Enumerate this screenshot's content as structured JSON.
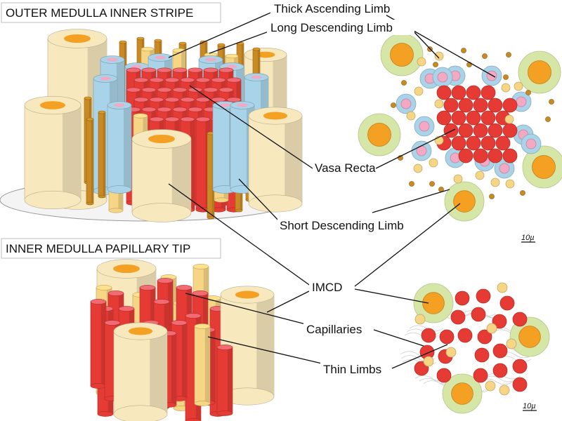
{
  "sections": {
    "outer_title": "OUTER MEDULLA INNER STRIPE",
    "inner_title": "INNER MEDULLA PAPILLARY TIP"
  },
  "labels": {
    "thick_ascending": "Thick Ascending Limb",
    "long_descending": "Long Descending Limb",
    "vasa_recta": "Vasa Recta",
    "short_descending": "Short Descending Limb",
    "imcd": "IMCD",
    "capillaries": "Capillaries",
    "thin_limbs": "Thin Limbs"
  },
  "scale_bars": {
    "outer": "10µ",
    "inner": "10µ"
  },
  "colors": {
    "imcd_wall": "#f7e8bd",
    "imcd_lumen": "#f4a023",
    "imcd_ring": "#d6e6a6",
    "vasa_recta": "#e63b34",
    "vasa_recta_top": "#f26b74",
    "thick_limb": "#a9d3e8",
    "thick_limb_lumen": "#f3a9c3",
    "short_descending": "#f6d584",
    "long_descending": "#c98a24",
    "base_disc": "#f4f4f4"
  }
}
